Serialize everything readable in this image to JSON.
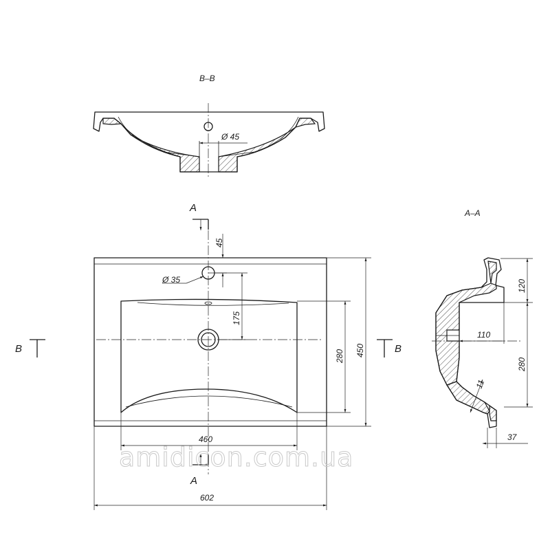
{
  "sections": {
    "bb_title": "B–B",
    "aa_title": "A–A"
  },
  "markers": {
    "a_top": "A",
    "a_bottom": "A",
    "b_left": "B",
    "b_right": "B"
  },
  "dimensions": {
    "bb_drain_dia": "Ø 45",
    "tap_hole_dia": "Ø 35",
    "tap_offset": "45",
    "tap_to_drain": "175",
    "bowl_depth": "280",
    "total_depth": "450",
    "bowl_width": "460",
    "total_width": "602",
    "aa_rim_height": "120",
    "aa_drain_depth": "110",
    "aa_bowl_depth": "280",
    "aa_wall": "11",
    "aa_lip": "37"
  },
  "watermark": "amidicon.com.ua",
  "colors": {
    "line": "#1a1a1a",
    "watermark": "#c9c9c9"
  }
}
